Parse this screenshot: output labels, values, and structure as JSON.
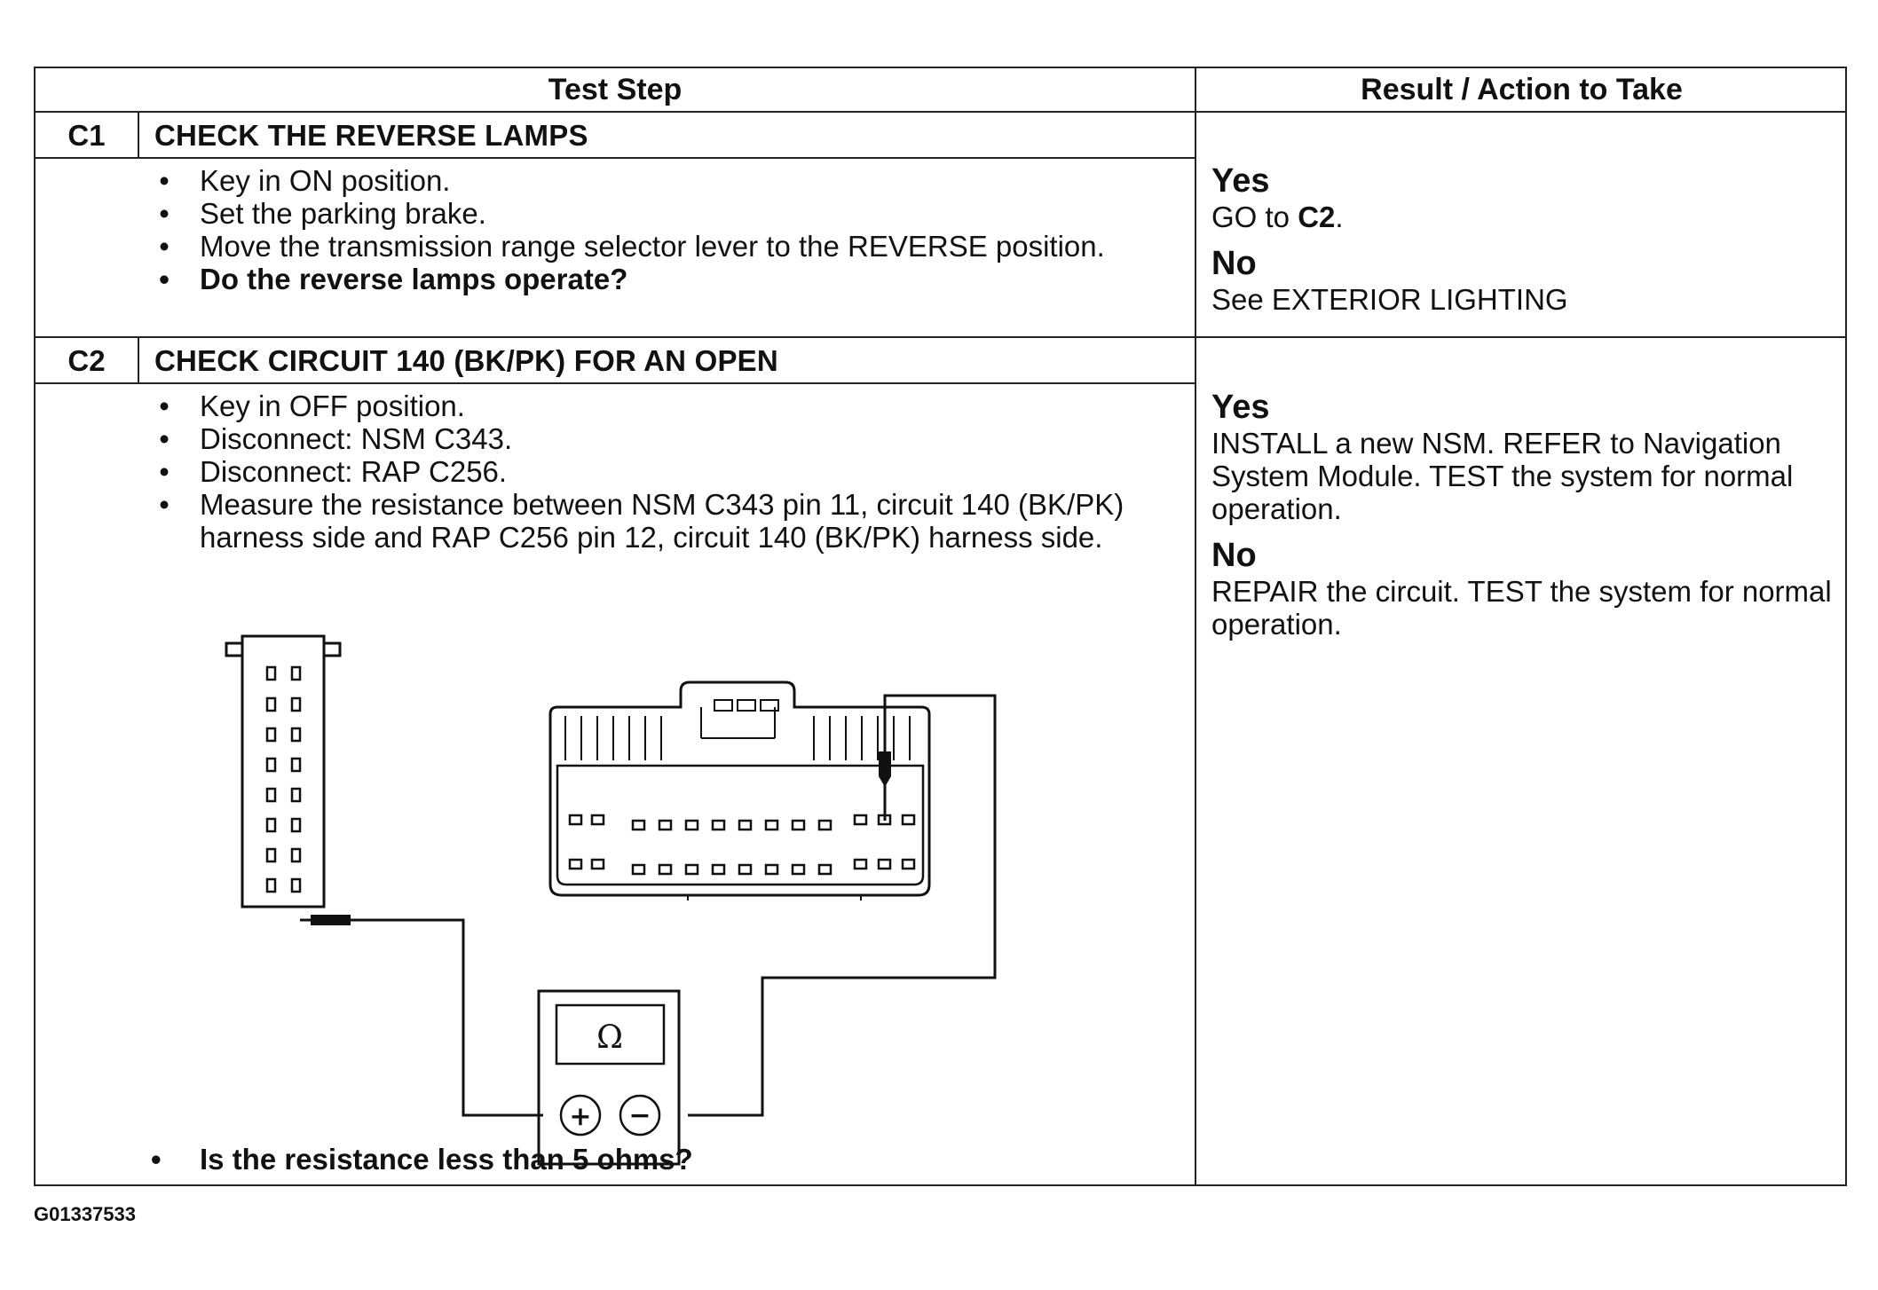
{
  "header": {
    "test_step": "Test Step",
    "result_action": "Result / Action to Take"
  },
  "steps": [
    {
      "id": "C1",
      "title": "CHECK THE REVERSE LAMPS",
      "bullets": [
        "Key in ON position.",
        "Set the parking brake.",
        "Move the transmission range selector lever to the REVERSE position.",
        "Do the reverse lamps operate?"
      ],
      "result": {
        "yes_label": "Yes",
        "yes_text_prefix": "GO to ",
        "yes_text_bold": "C2",
        "yes_text_suffix": ".",
        "no_label": "No",
        "no_text": "See EXTERIOR LIGHTING"
      }
    },
    {
      "id": "C2",
      "title": "CHECK CIRCUIT 140 (BK/PK) FOR AN OPEN",
      "bullets": [
        "Key in OFF position.",
        "Disconnect: NSM C343.",
        "Disconnect: RAP C256.",
        "Measure the resistance between NSM C343 pin 11, circuit 140 (BK/PK) harness side and RAP C256 pin 12, circuit 140 (BK/PK) harness side."
      ],
      "question": "Is the resistance less than 5 ohms?",
      "result": {
        "yes_label": "Yes",
        "yes_text": "INSTALL a new NSM. REFER to Navigation System Module. TEST the system for normal operation.",
        "no_label": "No",
        "no_text": "REPAIR the circuit. TEST the system for normal operation."
      }
    }
  ],
  "diagram": {
    "meter_symbol": "Ω",
    "plus_symbol": "+",
    "minus_symbol": "−"
  },
  "bullet_glyph": "•",
  "doc_id": "G01337533"
}
